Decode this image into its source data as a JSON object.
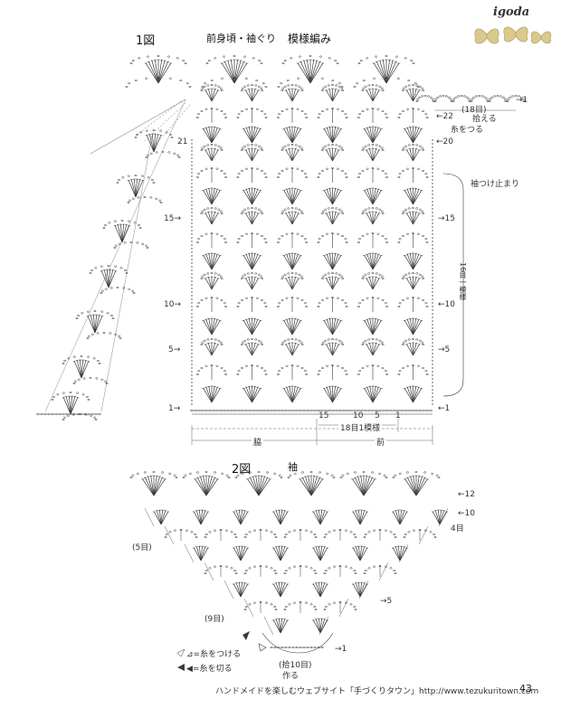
{
  "header": {
    "brand": "igoda",
    "butterfly_color": "#d9c98a"
  },
  "figure1": {
    "number": "1図",
    "subject": "前身頃・袖ぐり",
    "pattern": "模様編み",
    "marker_21": "21",
    "marker_22": "22",
    "marker_20": "20",
    "marker_1_top": "1",
    "note_18dan": "(18目)",
    "note_hiroru": "拾える",
    "note_ito": "糸をつる",
    "note_sode": "袖つけ止まり",
    "side_note": "16目一模様",
    "row_labels_left": [
      "15",
      "10",
      "5",
      "1"
    ],
    "row_labels_right": [
      "15",
      "10",
      "5",
      "1"
    ],
    "repeat_label": "18目1模様",
    "repeat_nums": [
      "15",
      "10",
      "5",
      "1"
    ],
    "bottom_left": "脇",
    "bottom_right": "前"
  },
  "figure2": {
    "number": "2図",
    "subject": "袖",
    "label_12": "12",
    "label_10": "10",
    "label_4dan": "4目",
    "label_5dan": "(5目)",
    "label_5": "5",
    "label_9dan": "(9目)",
    "label_1": "1",
    "label_10dan": "(拾10目)",
    "label_tsukuru": "作る"
  },
  "legend": {
    "attach": "⊿=糸をつける",
    "cut": "◀=糸を切る"
  },
  "footer": {
    "text": "ハンドメイドを楽しむウェブサイト「手づくりタウン」http://www.tezukuritown.com",
    "page": "43"
  }
}
